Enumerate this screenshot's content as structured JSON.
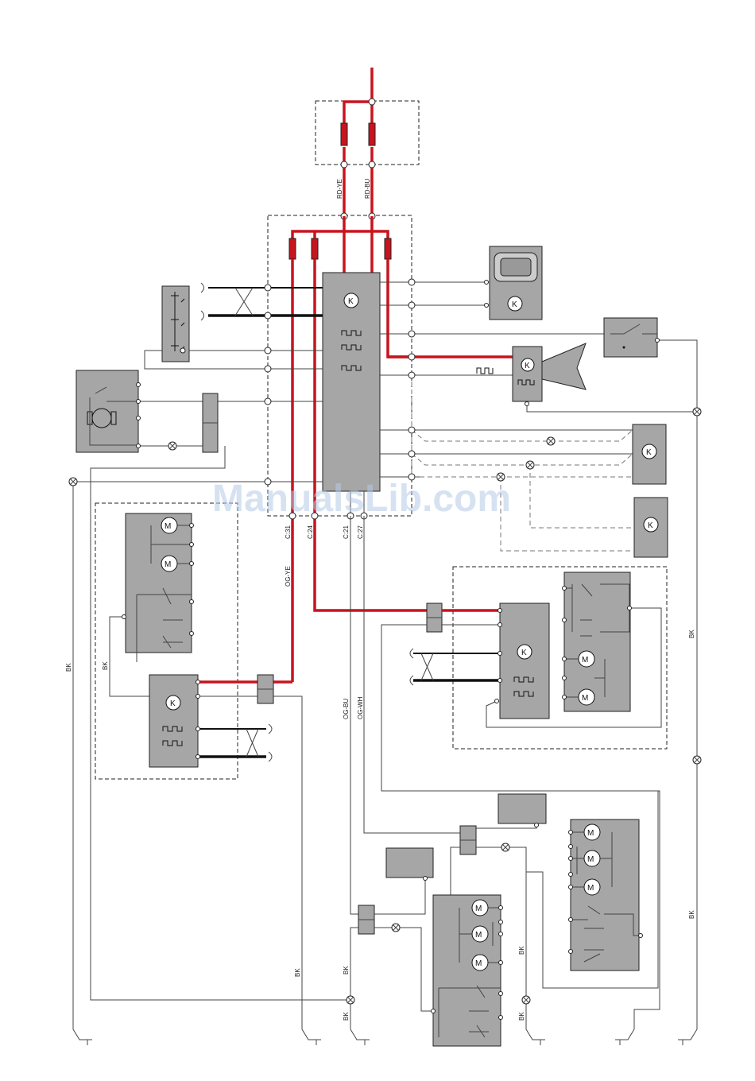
{
  "watermark": "ManualsLib.com",
  "wire_labels": {
    "rd_ye": "RD-YE",
    "rd_bu": "RD-BU",
    "og_ye": "OG-YE",
    "og_bu": "OG-BU",
    "og_wh": "OG-WH",
    "bk_left": "BK",
    "bk_left2": "BK",
    "bk_right": "BK",
    "bk_right2": "BK",
    "bk_b1": "BK",
    "bk_b2": "BK",
    "bk_b3": "BK",
    "bk_b4": "BK",
    "bk_b5": "BK"
  },
  "connector_labels": {
    "c31": "C:31",
    "c24": "C:24",
    "c21": "C:21",
    "c27": "C:27"
  },
  "colors": {
    "power_wire": "#c8141e",
    "module_fill": "#a6a6a6",
    "watermark": "#b6cbe6"
  }
}
